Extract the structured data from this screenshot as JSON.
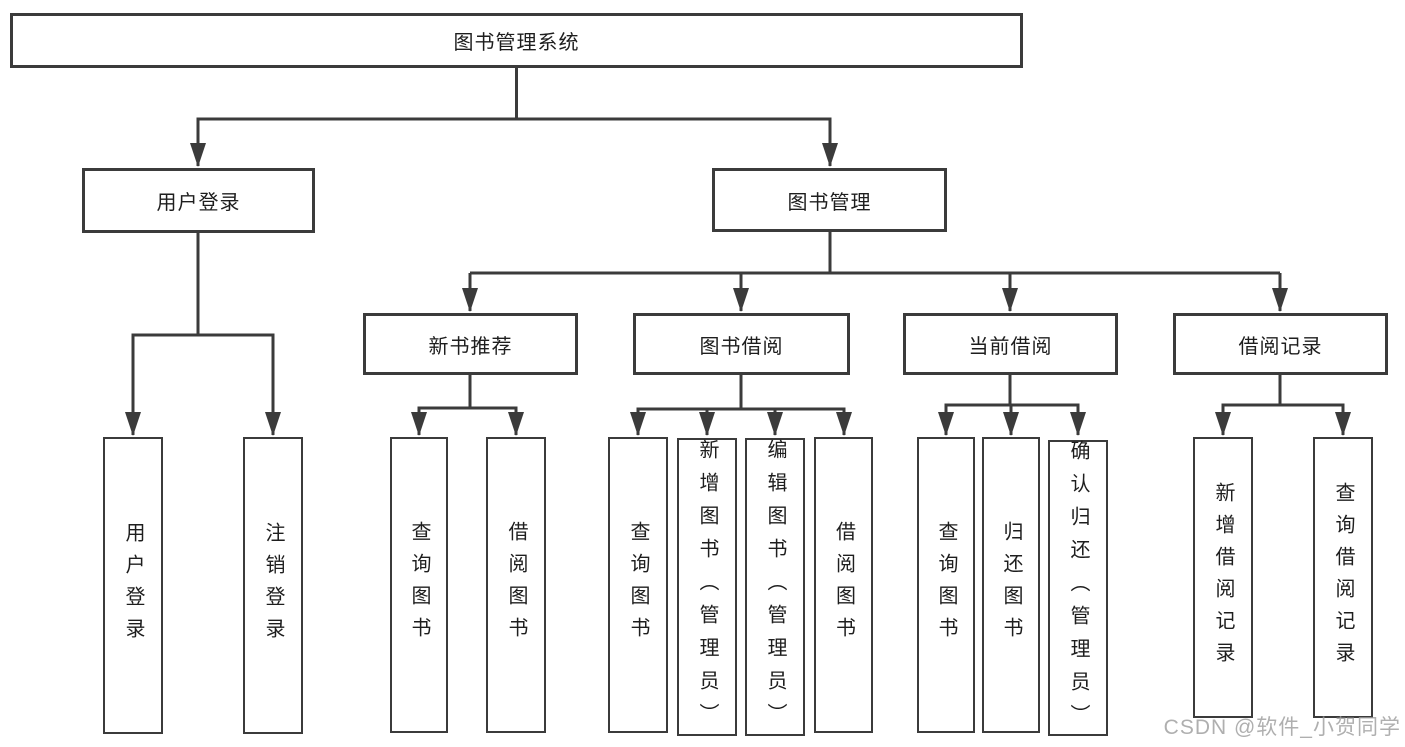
{
  "diagram": {
    "root": {
      "label": "图书管理系统"
    },
    "branches": [
      {
        "label": "用户登录",
        "leaves": [
          {
            "label": "用户登录"
          },
          {
            "label": "注销登录"
          }
        ]
      },
      {
        "label": "图书管理",
        "sections": [
          {
            "label": "新书推荐",
            "leaves": [
              {
                "label": "查询图书"
              },
              {
                "label": "借阅图书"
              }
            ]
          },
          {
            "label": "图书借阅",
            "leaves": [
              {
                "label": "查询图书"
              },
              {
                "label": "新增图书（管理员）"
              },
              {
                "label": "编辑图书（管理员）"
              },
              {
                "label": "借阅图书"
              }
            ]
          },
          {
            "label": "当前借阅",
            "leaves": [
              {
                "label": "查询图书"
              },
              {
                "label": "归还图书"
              },
              {
                "label": "确认归还（管理员）"
              }
            ]
          },
          {
            "label": "借阅记录",
            "leaves": [
              {
                "label": "新增借阅记录"
              },
              {
                "label": "查询借阅记录"
              }
            ]
          }
        ]
      }
    ]
  },
  "watermark": {
    "text": "CSDN @软件_小贺同学"
  },
  "colors": {
    "line": "#3b3b3b",
    "text": "#1e1e1e",
    "background": "#ffffff",
    "watermark": "#9e9e9e"
  }
}
